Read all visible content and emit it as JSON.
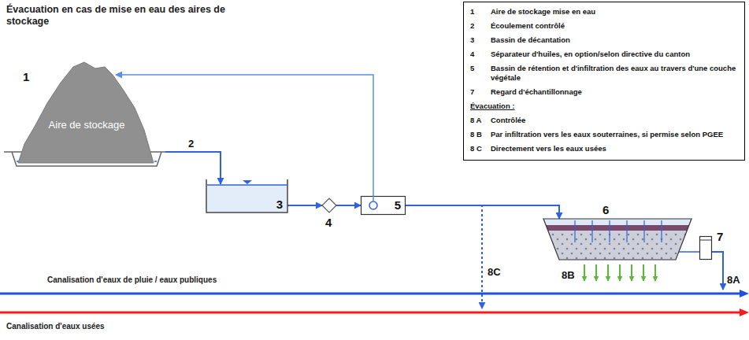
{
  "diagram": {
    "title": "Évacuation en cas de mise en eau des aires de stockage",
    "nodes": [
      {
        "text": [
          "1",
          "Aire de stockage"
        ]
      },
      {
        "text": [
          "3"
        ]
      },
      {
        "text": [
          "4"
        ]
      },
      {
        "text": [
          "5"
        ]
      },
      {
        "text": [
          "6"
        ]
      },
      {
        "text": [
          "7"
        ]
      },
      {
        "text": [
          "Canalisation d'eaux de pluie / eaux publiques"
        ]
      },
      {
        "text": [
          "Canalisation d'eaux usées"
        ]
      },
      {
        "text": [
          "1",
          "Aire de stockage mise en eau",
          "2",
          "Écoulement contrôlé",
          "3",
          "Bassin de décantation",
          "4",
          "Séparateur d'huiles, en option/selon directive du canton",
          "5",
          "Bassin de rétention et d'infiltration des eaux au travers d'une couche végétale",
          "7",
          "Regard d'échantillonnage",
          "Évacuation :",
          "8 A",
          "Contrôlée",
          "8 B",
          "Par infiltration vers les eaux souterraines, si permise selon PGEE",
          "8 C",
          "Directement vers les eaux usées"
        ]
      }
    ],
    "edges": [
      {
        "from": 0,
        "to": 1,
        "label": "2",
        "arrow": "to"
      },
      {
        "from": 1,
        "to": 2,
        "arrow": "to"
      },
      {
        "from": 2,
        "to": 3,
        "arrow": "to"
      },
      {
        "from": 3,
        "to": 0,
        "arrow": "to"
      },
      {
        "from": 3,
        "to": 4,
        "arrow": "to"
      },
      {
        "from": 3,
        "to": 7,
        "label": "8C",
        "arrow": "to"
      },
      {
        "from": 4,
        "to": 5,
        "arrow": "none"
      },
      {
        "from": 5,
        "to": 6,
        "label": "8A",
        "arrow": "to"
      }
    ],
    "labels": [
      "8B"
    ]
  }
}
